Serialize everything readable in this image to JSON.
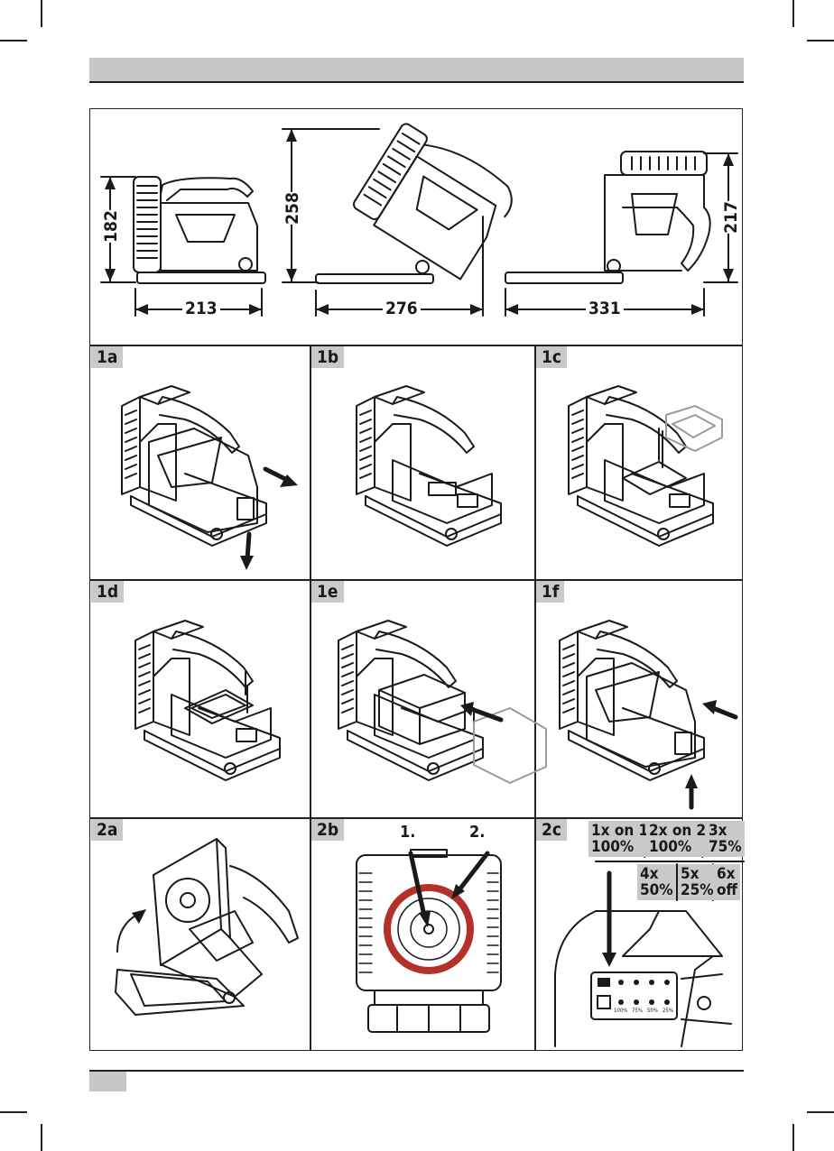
{
  "dimensions": {
    "height_1": "182",
    "width_1": "213",
    "height_2": "258",
    "width_2": "276",
    "width_3": "331",
    "height_3": "217"
  },
  "panels": {
    "p1a": "1a",
    "p1b": "1b",
    "p1c": "1c",
    "p1d": "1d",
    "p1e": "1e",
    "p1f": "1f",
    "p2a": "2a",
    "p2b": "2b",
    "p2c": "2c"
  },
  "steps_2b": {
    "first": "1.",
    "second": "2."
  },
  "modes_2c": [
    {
      "press": "1x on 1.",
      "level": "100%"
    },
    {
      "press": "2x on 2.",
      "level": "100%"
    },
    {
      "press": "3x",
      "level": "75%"
    },
    {
      "press": "4x",
      "level": "50%"
    },
    {
      "press": "5x",
      "level": "25%"
    },
    {
      "press": "6x",
      "level": "off"
    }
  ],
  "led_labels": [
    "100%",
    "75%",
    "50%",
    "25%"
  ],
  "colors": {
    "header_gray": "#c7c7c7",
    "tag_gray": "#c9c9c9",
    "ring_red": "#b4302a"
  }
}
